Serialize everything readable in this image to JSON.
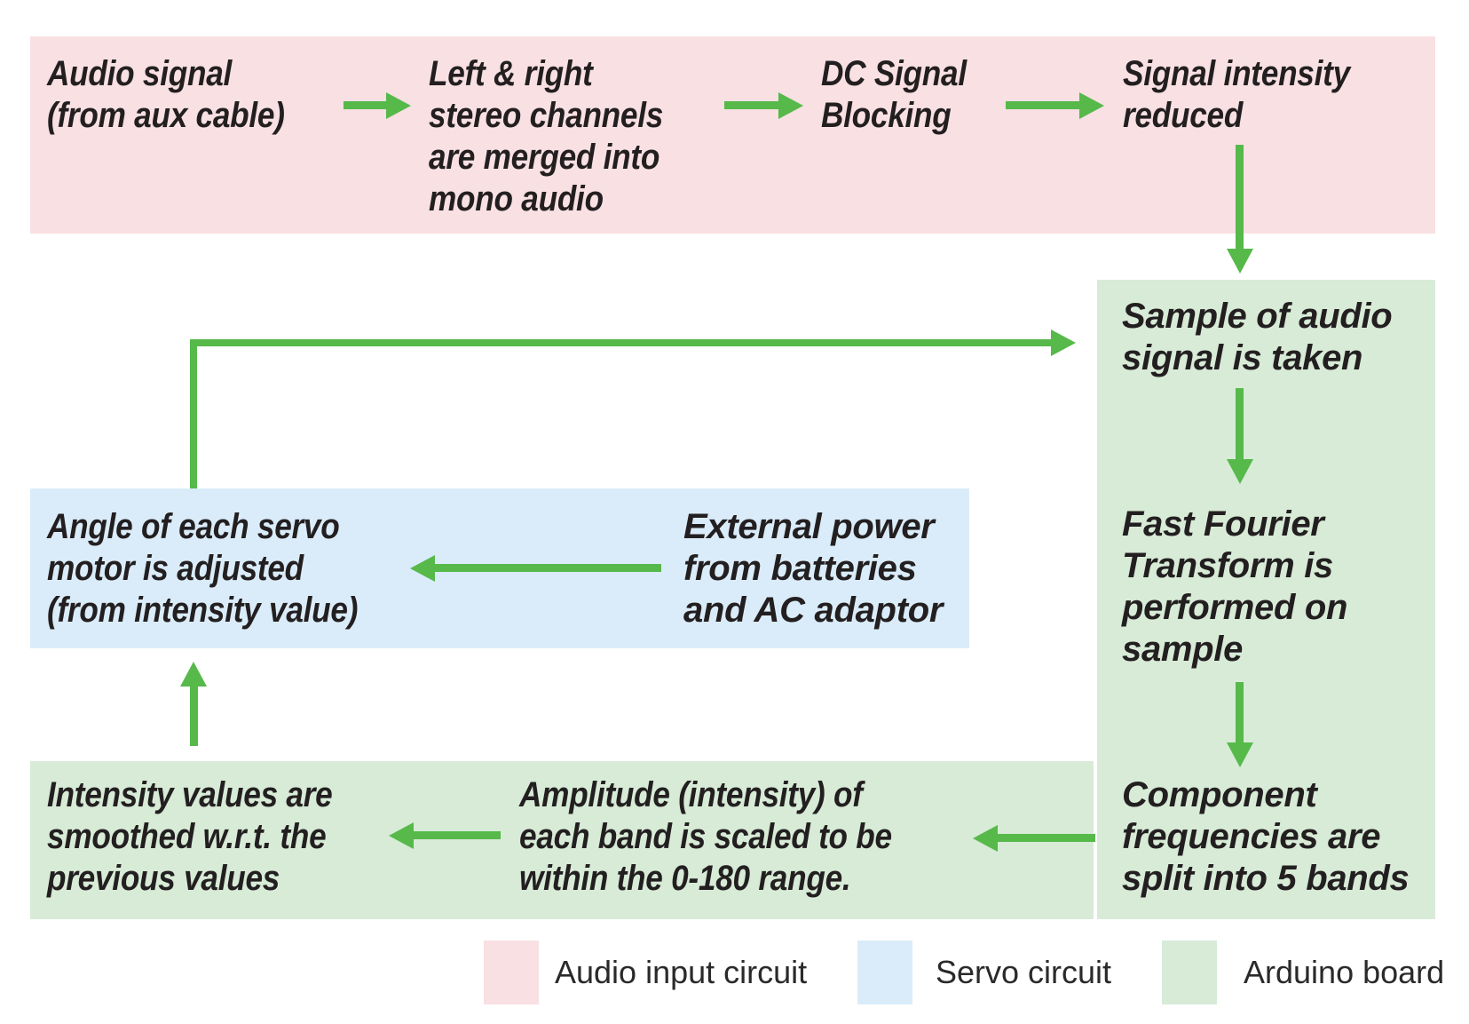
{
  "palette": {
    "audio_input_circuit": "#f8e0e3",
    "servo_circuit": "#daecf9",
    "arduino_board": "#d7ebd7",
    "arrow_green": "#56b94a",
    "text_color": "#231f20"
  },
  "nodes": {
    "audio_signal": "Audio signal\n(from aux cable)",
    "stereo_merge": "Left & right\nstereo channels\nare merged into\nmono audio",
    "dc_blocking": "DC Signal\nBlocking",
    "intensity_reduced": "Signal intensity\nreduced",
    "sample_taken": "Sample of audio\nsignal is taken",
    "fft": "Fast Fourier\nTransform is\nperformed on\nsample",
    "split_bands": "Component\nfrequencies are\nsplit into 5 bands",
    "amplitude_scaled": "Amplitude (intensity) of\neach band is scaled to be\nwithin the 0-180 range.",
    "smoothed": "Intensity values are\nsmoothed w.r.t. the\nprevious values",
    "servo_angle": "Angle of each servo\nmotor is adjusted\n(from intensity value)",
    "external_power": "External power\nfrom batteries\nand AC adaptor"
  },
  "legend": {
    "items": [
      {
        "label": "Audio input circuit",
        "color": "#f8e0e3"
      },
      {
        "label": "Servo circuit",
        "color": "#daecf9"
      },
      {
        "label": "Arduino board",
        "color": "#d7ebd7"
      }
    ]
  }
}
